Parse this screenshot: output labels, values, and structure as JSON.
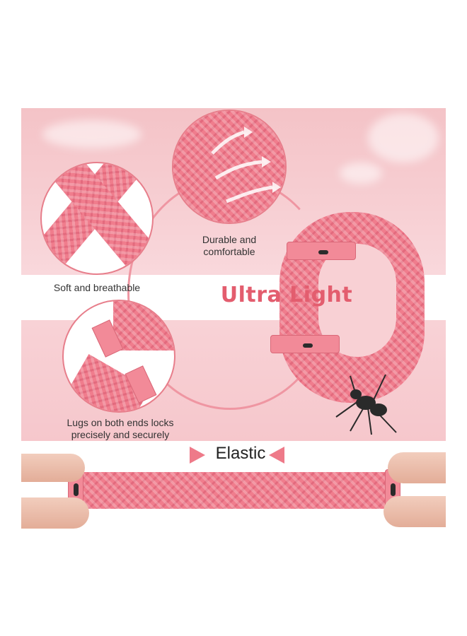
{
  "features": {
    "soft": "Soft and breathable",
    "durable_line1": "Durable and",
    "durable_line2": "comfortable",
    "lugs_line1": "Lugs on both ends locks",
    "lugs_line2": "precisely and securely"
  },
  "headline": "Ultra Light",
  "elastic": "Elastic",
  "colors": {
    "accent": "#e35d6e",
    "band": "#f07d8d",
    "background": "#f6c7cc"
  }
}
